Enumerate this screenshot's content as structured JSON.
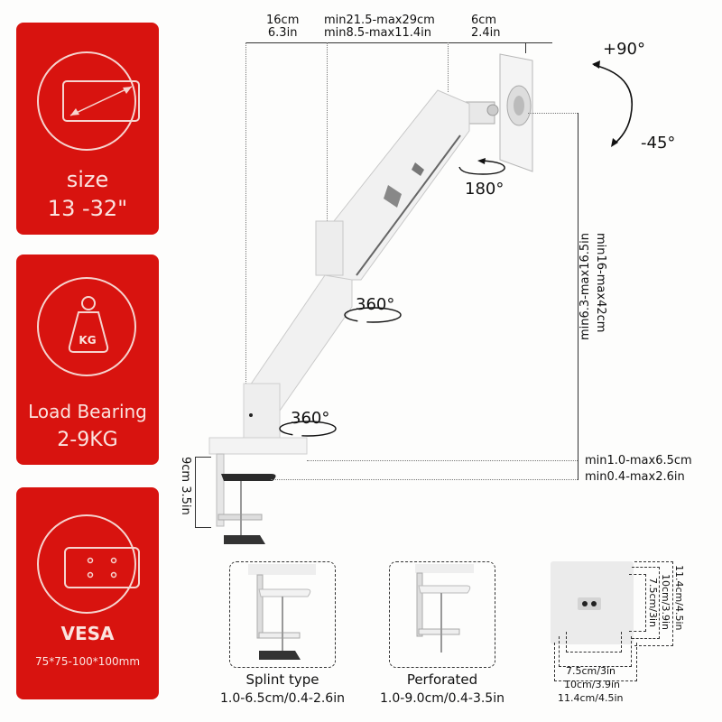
{
  "feature_cards": [
    {
      "icon": "screen-size-icon",
      "line1": "size",
      "line2": "13 -32\""
    },
    {
      "icon": "kg-weight-icon",
      "icon_text": "KG",
      "line1": "Load Bearing",
      "line2": "2-9KG"
    },
    {
      "icon": "vesa-pattern-icon",
      "line1": "VESA",
      "line2": "75*75-100*100mm"
    }
  ],
  "top_dimensions": [
    {
      "cm": "16cm",
      "in": "6.3in"
    },
    {
      "cm": "min21.5-max29cm",
      "in": "min8.5-max11.4in"
    },
    {
      "cm": "6cm",
      "in": "2.4in"
    }
  ],
  "tilt": {
    "up": "+90°",
    "down": "-45°"
  },
  "rotations": {
    "swivel_head": "180°",
    "arm_joint": "360°",
    "base": "360°"
  },
  "height_dimension": {
    "cm": "min16-max42cm",
    "in": "min6.3-max16.5in"
  },
  "clamp_dimension": {
    "cm": "min1.0-max6.5cm",
    "in": "min0.4-max2.6in"
  },
  "clamp_height": {
    "label": "9cm  3.5in"
  },
  "mount_types": [
    {
      "name": "Splint type",
      "range": "1.0-6.5cm/0.4-2.6in"
    },
    {
      "name": "Perforated",
      "range": "1.0-9.0cm/0.4-3.5in"
    }
  ],
  "vesa_plate": {
    "vertical": [
      "7.5cm/3in",
      "10cm/3.9in",
      "11.4cm/4.5in"
    ],
    "horizontal": [
      "7.5cm/3in",
      "10cm/3.9in",
      "11.4cm/4.5in"
    ]
  },
  "colors": {
    "accent_red": "#d8130f",
    "card_text": "#fbe3df",
    "line": "#333333"
  }
}
